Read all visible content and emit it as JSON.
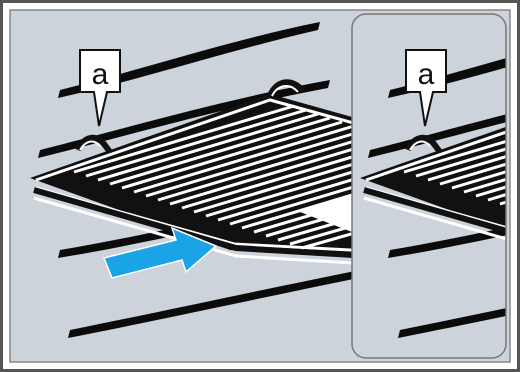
{
  "callouts": {
    "main": {
      "label": "a"
    },
    "inset": {
      "label": "a"
    }
  },
  "colors": {
    "background": "#cdd3db",
    "frame": "#555555",
    "rack": "#111111",
    "rack_inner": "#ffffff",
    "arrow": "#1aa3e6",
    "runner": "#0b0b0b"
  },
  "icons": [
    "push-direction-arrow"
  ]
}
